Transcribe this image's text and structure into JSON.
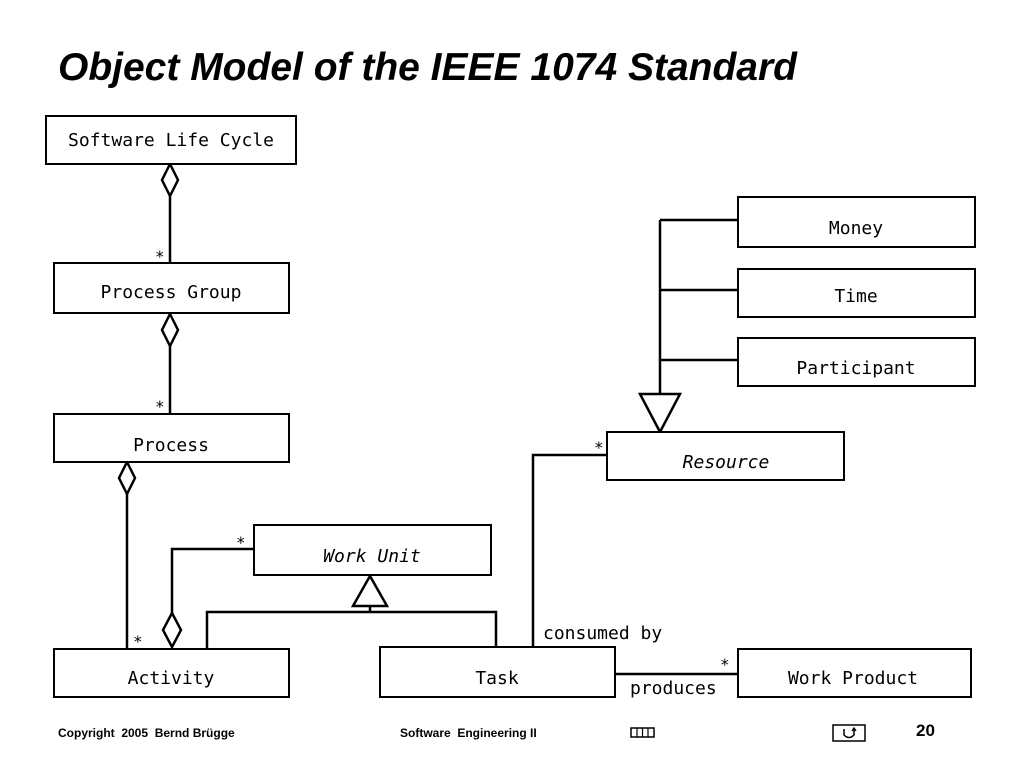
{
  "title": "Object Model of the IEEE 1074 Standard",
  "classes": {
    "software_life_cycle": "Software Life Cycle",
    "process_group": "Process Group",
    "process": "Process",
    "work_unit": "Work Unit",
    "activity": "Activity",
    "task": "Task",
    "resource": "Resource",
    "money": "Money",
    "time": "Time",
    "participant": "Participant",
    "work_product": "Work Product"
  },
  "multiplicity": "*",
  "associations": {
    "consumed_by": "consumed by",
    "produces": "produces"
  },
  "footer": {
    "copyright": "Copyright  2005  Bernd Brügge",
    "course": "Software  Engineering II",
    "page": "20"
  },
  "icons": [
    "slide-sorter-icon",
    "return-icon"
  ]
}
